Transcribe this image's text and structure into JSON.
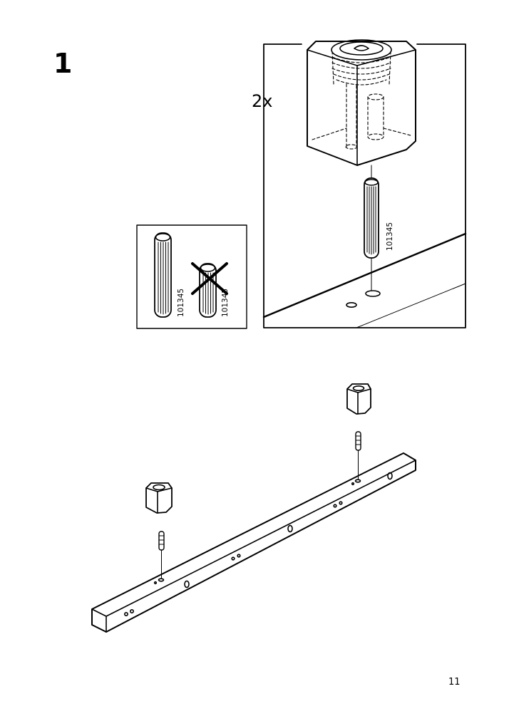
{
  "step": {
    "number": "1"
  },
  "detail": {
    "quantity": "2x",
    "part_code": "101345"
  },
  "dowel_check": {
    "correct_code": "101345",
    "wrong_code": "101345"
  },
  "page": {
    "number": "11"
  }
}
